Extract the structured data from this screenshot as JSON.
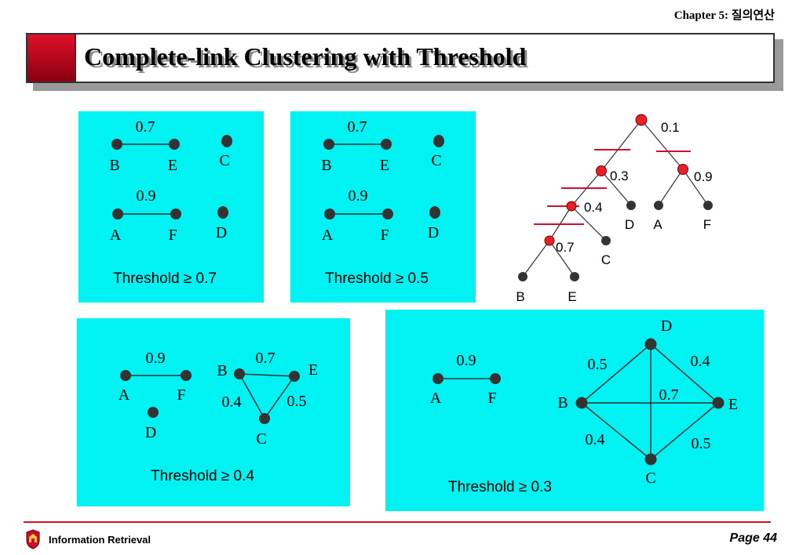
{
  "header": {
    "chapter": "Chapter 5: 질의연산"
  },
  "title": "Complete-link Clustering with Threshold",
  "panels": {
    "p07": {
      "threshold": "Threshold ≥ 0.7",
      "labels": {
        "be": "0.7",
        "af": "0.9",
        "B": "B",
        "E": "E",
        "C": "C",
        "A": "A",
        "F": "F",
        "D": "D"
      }
    },
    "p05": {
      "threshold": "Threshold ≥ 0.5",
      "labels": {
        "be": "0.7",
        "af": "0.9",
        "B": "B",
        "E": "E",
        "C": "C",
        "A": "A",
        "F": "F",
        "D": "D"
      }
    },
    "p04": {
      "threshold": "Threshold ≥ 0.4",
      "labels": {
        "af": "0.9",
        "be": "0.7",
        "bc": "0.4",
        "ec": "0.5",
        "A": "A",
        "F": "F",
        "D": "D",
        "B": "B",
        "E": "E",
        "C": "C"
      }
    },
    "p03": {
      "threshold": "Threshold ≥ 0.3",
      "labels": {
        "af": "0.9",
        "db": "0.5",
        "de": "0.4",
        "be": "0.7",
        "bc": "0.4",
        "ec": "0.5",
        "A": "A",
        "F": "F",
        "D": "D",
        "B": "B",
        "E": "E",
        "C": "C"
      }
    }
  },
  "dendrogram": {
    "labels": {
      "root": "0.1",
      "n03": "0.3",
      "n09": "0.9",
      "n04": "0.4",
      "n07": "0.7",
      "D": "D",
      "A": "A",
      "F": "F",
      "C": "C",
      "B": "B",
      "E": "E"
    }
  },
  "footer": {
    "left": "Information Retrieval",
    "page": "Page 44"
  },
  "colors": {
    "panel": "#00f2f2",
    "accent": "#d0102a",
    "node": "#333333",
    "tree_node": "#e8202a"
  }
}
